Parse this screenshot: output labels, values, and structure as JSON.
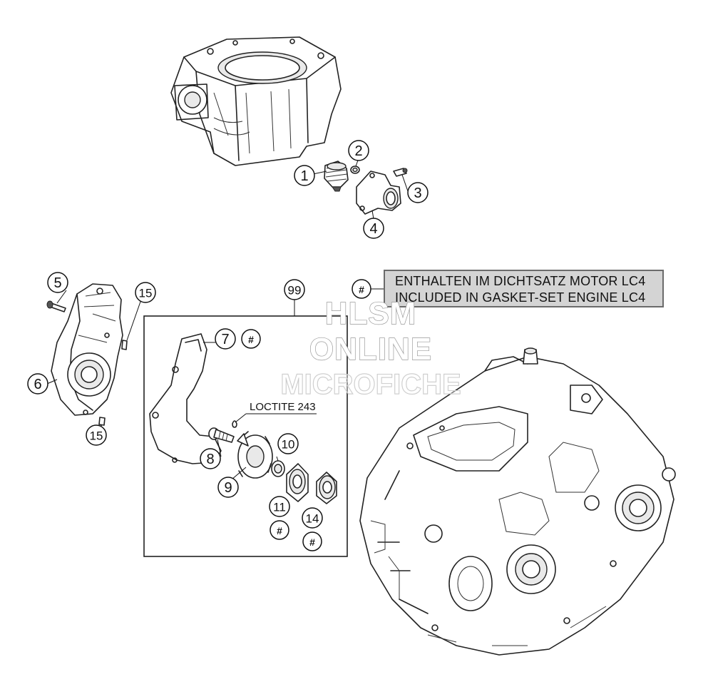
{
  "callouts": {
    "c1": "1",
    "c2": "2",
    "c3": "3",
    "c4": "4",
    "c5": "5",
    "c6": "6",
    "c7": "7",
    "c8": "8",
    "c9": "9",
    "c10": "10",
    "c11": "11",
    "c14": "14",
    "c15a": "15",
    "c15b": "15",
    "c99": "99"
  },
  "hash_symbol": "#",
  "loctite_label": "LOCTITE 243",
  "legend": {
    "line1": "ENTHALTEN IM DICHTSATZ MOTOR LC4",
    "line2": "INCLUDED IN GASKET-SET ENGINE LC4"
  },
  "watermark": {
    "line1": "HLSM",
    "line2": "ONLINE",
    "line3": "MICROFICHE"
  },
  "colors": {
    "line": "#222222",
    "legend_bg": "#d4d4d4",
    "legend_border": "#6b6b6b",
    "watermark_outline": "#9a9a9a"
  }
}
